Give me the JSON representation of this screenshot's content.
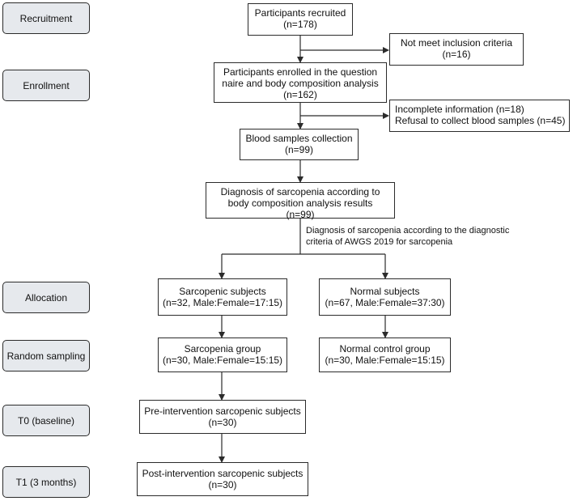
{
  "stages": {
    "recruitment": "Recruitment",
    "enrollment": "Enrollment",
    "allocation": "Allocation",
    "random_sampling": "Random sampling",
    "t0": "T0 (baseline)",
    "t1": "T1 (3 months)"
  },
  "nodes": {
    "recruited": {
      "line1": "Participants recruited",
      "line2": "(n=178)"
    },
    "not_meet": {
      "line1": "Not meet inclusion criteria",
      "line2": "(n=16)"
    },
    "enrolled": {
      "line1": "Participants enrolled in the question",
      "line2": "naire and body composition analysis",
      "line3": "(n=162)"
    },
    "excluded": {
      "line1": "Incomplete information (n=18)",
      "line2": "Refusal to collect blood samples (n=45)"
    },
    "blood": {
      "line1": "Blood samples collection",
      "line2": "(n=99)"
    },
    "diagnosis": {
      "line1": "Diagnosis of sarcopenia according to",
      "line2": "body composition analysis results",
      "line3": "(n=99)"
    },
    "sarcopenic_subjects": {
      "line1": "Sarcopenic subjects",
      "line2": "(n=32, Male:Female=17:15)"
    },
    "normal_subjects": {
      "line1": "Normal subjects",
      "line2": "(n=67, Male:Female=37:30)"
    },
    "sarcopenia_group": {
      "line1": "Sarcopenia group",
      "line2": "(n=30, Male:Female=15:15)"
    },
    "normal_control": {
      "line1": "Normal control group",
      "line2": "(n=30, Male:Female=15:15)"
    },
    "pre_intervention": {
      "line1": "Pre-intervention sarcopenic subjects",
      "line2": "(n=30)"
    },
    "post_intervention": {
      "line1": "Post-intervention sarcopenic subjects",
      "line2": "(n=30)"
    }
  },
  "edge_note": {
    "line1": "Diagnosis of sarcopenia according to the diagnostic",
    "line2": "criteria of AWGS 2019 for sarcopenia"
  }
}
